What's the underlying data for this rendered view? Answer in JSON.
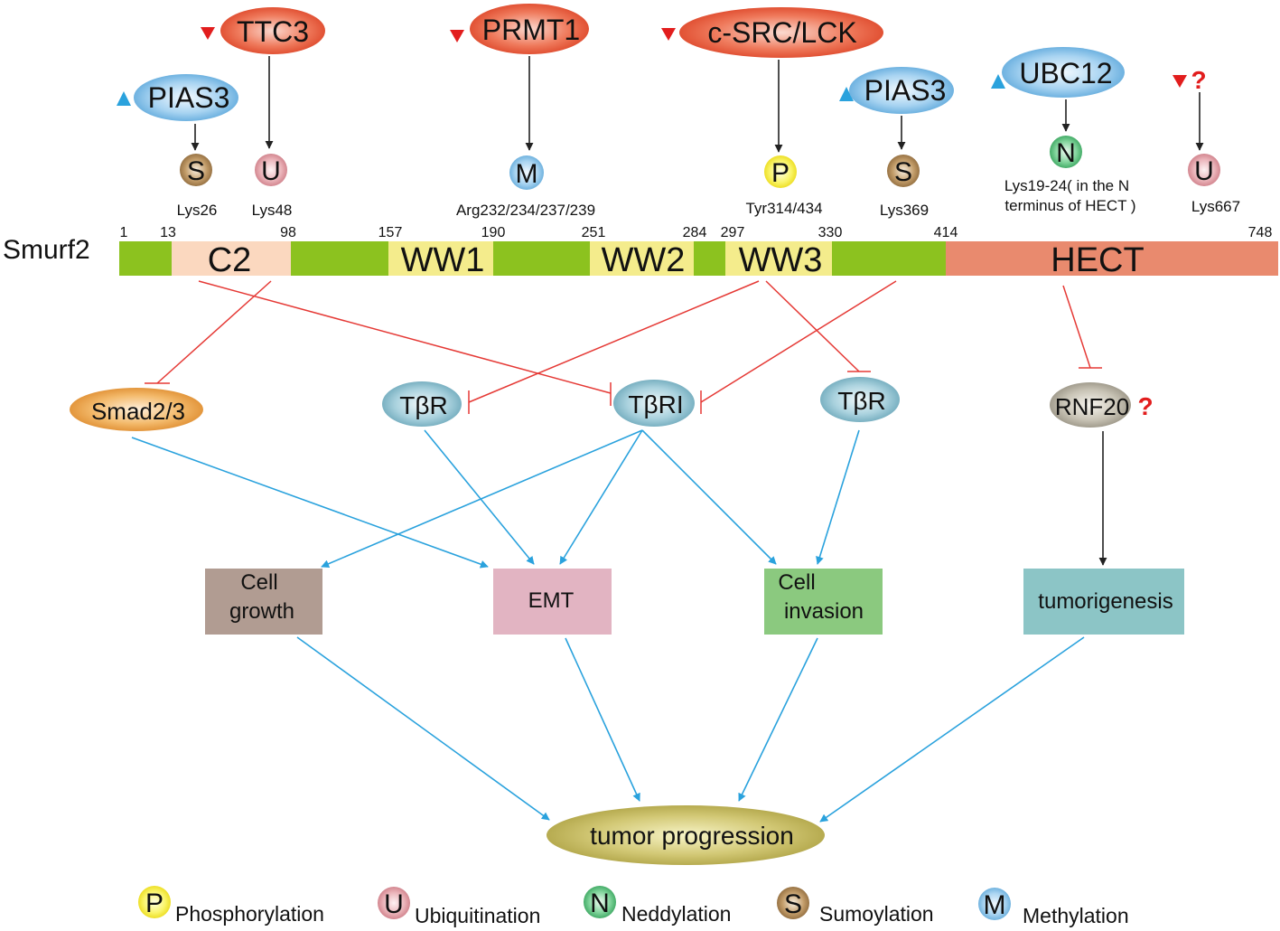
{
  "protein": {
    "name": "Smurf2",
    "positions": [
      "1",
      "13",
      "98",
      "157",
      "190",
      "251",
      "284",
      "297",
      "330",
      "414",
      "748"
    ],
    "domains": {
      "c2": "C2",
      "ww1": "WW1",
      "ww2": "WW2",
      "ww3": "WW3",
      "hect": "HECT"
    }
  },
  "regulators": {
    "pias3_left": "PIAS3",
    "ttc3": "TTC3",
    "prmt1": "PRMT1",
    "csrc": "c-SRC/LCK",
    "pias3_right": "PIAS3",
    "ubc12": "UBC12",
    "unknown": "?"
  },
  "modifications": {
    "s1": {
      "letter": "S",
      "site": "Lys26"
    },
    "u1": {
      "letter": "U",
      "site": "Lys48"
    },
    "m1": {
      "letter": "M",
      "site": "Arg232/234/237/239"
    },
    "p1": {
      "letter": "P",
      "site": "Tyr314/434"
    },
    "s2": {
      "letter": "S",
      "site": "Lys369"
    },
    "n1": {
      "letter": "N",
      "site_line1": "Lys19-24( in the N",
      "site_line2": "terminus of HECT )"
    },
    "u2": {
      "letter": "U",
      "site": "Lys667"
    }
  },
  "substrates": {
    "smad": "Smad2/3",
    "tbr_left": "TβR",
    "tbri": "TβRI",
    "tbr_right": "TβR",
    "rnf20": "RNF20",
    "rnf20_mark": "?"
  },
  "outcomes": {
    "cell_growth": [
      "Cell",
      "growth"
    ],
    "emt": "EMT",
    "cell_invasion": [
      "Cell",
      "invasion"
    ],
    "tumorigenesis": "tumorigenesis",
    "tumor_progression": "tumor progression"
  },
  "legend": [
    {
      "letter": "P",
      "label": "Phosphorylation"
    },
    {
      "letter": "U",
      "label": "Ubiquitination"
    },
    {
      "letter": "N",
      "label": "Neddylation"
    },
    {
      "letter": "S",
      "label": "Sumoylation"
    },
    {
      "letter": "M",
      "label": "Methylation"
    }
  ],
  "colors": {
    "linker": "#8cc21f",
    "c2": "#fbd8bf",
    "ww": "#f4ec8c",
    "hect": "#e98a6e",
    "inhibit": "#e53935",
    "activate": "#2aa2dd",
    "up_triangle": "#2aa2dd",
    "down_triangle": "#e21d1d",
    "question": "#e21d1d"
  }
}
